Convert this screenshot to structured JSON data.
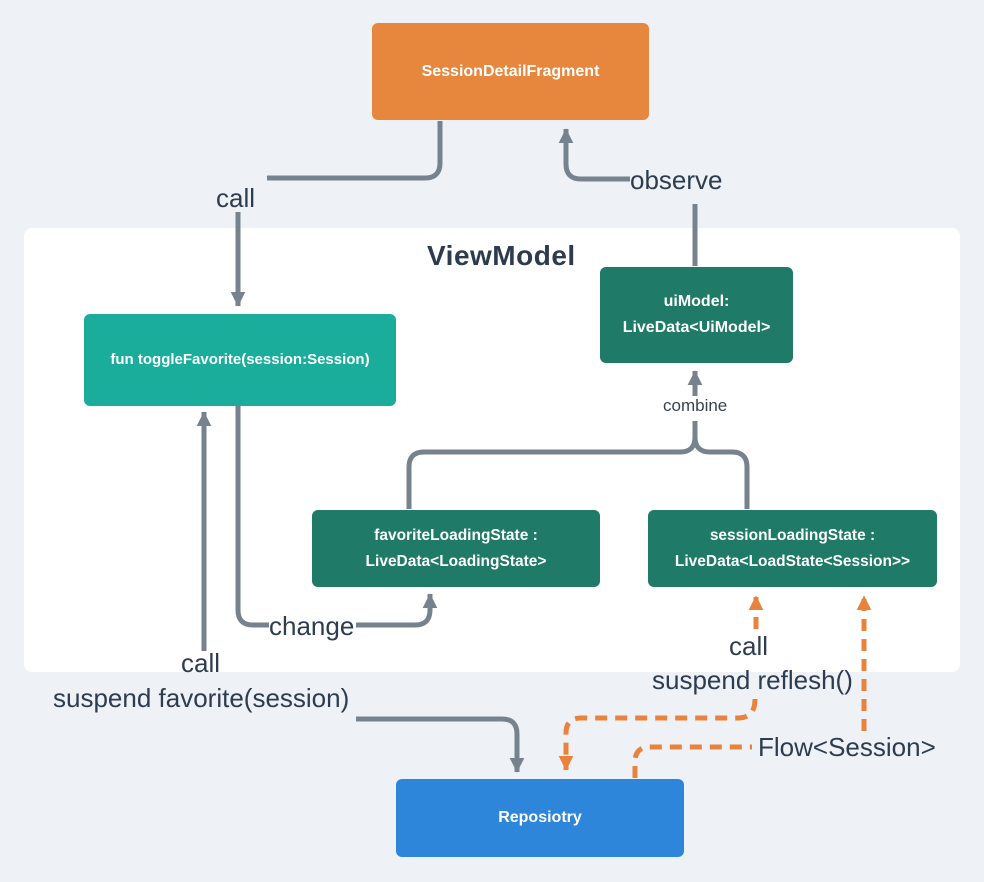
{
  "diagram": {
    "container": {
      "title": "ViewModel"
    },
    "nodes": {
      "fragment": {
        "label": "SessionDetailFragment",
        "color": "#E6873D"
      },
      "toggle": {
        "label": "fun toggleFavorite(session:Session)",
        "color": "#1BAD9B"
      },
      "uimodel": {
        "label_line1": "uiModel:",
        "label_line2": "LiveData<UiModel>",
        "color": "#1F7A67"
      },
      "favorite": {
        "label_line1": "favoriteLoadingState :",
        "label_line2": "LiveData<LoadingState>",
        "color": "#1F7A67"
      },
      "session": {
        "label_line1": "sessionLoadingState :",
        "label_line2": "LiveData<LoadState<Session>>",
        "color": "#1F7A67"
      },
      "repository": {
        "label": "Reposiotry",
        "color": "#2E86DB"
      }
    },
    "edge_labels": {
      "call_top": "call",
      "observe": "observe",
      "combine": "combine",
      "change": "change",
      "call_bottom_left": "call",
      "suspend_favorite": "suspend favorite(session)",
      "call_right": "call",
      "suspend_reflesh": "suspend reflesh()",
      "flow_session": "Flow<Session>"
    },
    "edges": [
      {
        "from": "SessionDetailFragment",
        "to": "fun toggleFavorite(session:Session)",
        "label": "call",
        "style": "solid-gray"
      },
      {
        "from": "uiModel: LiveData<UiModel>",
        "to": "SessionDetailFragment",
        "label": "observe",
        "style": "solid-gray"
      },
      {
        "from": "favoriteLoadingState + sessionLoadingState",
        "to": "uiModel: LiveData<UiModel>",
        "label": "combine",
        "style": "solid-gray"
      },
      {
        "from": "fun toggleFavorite(session:Session)",
        "to": "favoriteLoadingState : LiveData<LoadingState>",
        "label": "change",
        "style": "solid-gray"
      },
      {
        "from": "suspend favorite(session)",
        "to": "fun toggleFavorite(session:Session)",
        "label": "call",
        "style": "solid-gray"
      },
      {
        "from": "suspend favorite(session)",
        "to": "Reposiotry",
        "label": "",
        "style": "solid-gray"
      },
      {
        "from": "suspend reflesh()",
        "to": "sessionLoadingState : LiveData<LoadState<Session>>",
        "label": "call",
        "style": "dashed-orange"
      },
      {
        "from": "suspend reflesh()",
        "to": "Reposiotry",
        "label": "",
        "style": "dashed-orange"
      },
      {
        "from": "Reposiotry",
        "to": "sessionLoadingState : LiveData<LoadState<Session>>",
        "label": "Flow<Session>",
        "style": "dashed-orange"
      }
    ],
    "colors": {
      "background": "#EEF1F5",
      "container_background": "#FFFFFF",
      "arrow_gray": "#76828E",
      "arrow_orange_dashed": "#E8823C",
      "label_text": "#2D3C4E",
      "node_text": "#FFFFFF"
    }
  }
}
